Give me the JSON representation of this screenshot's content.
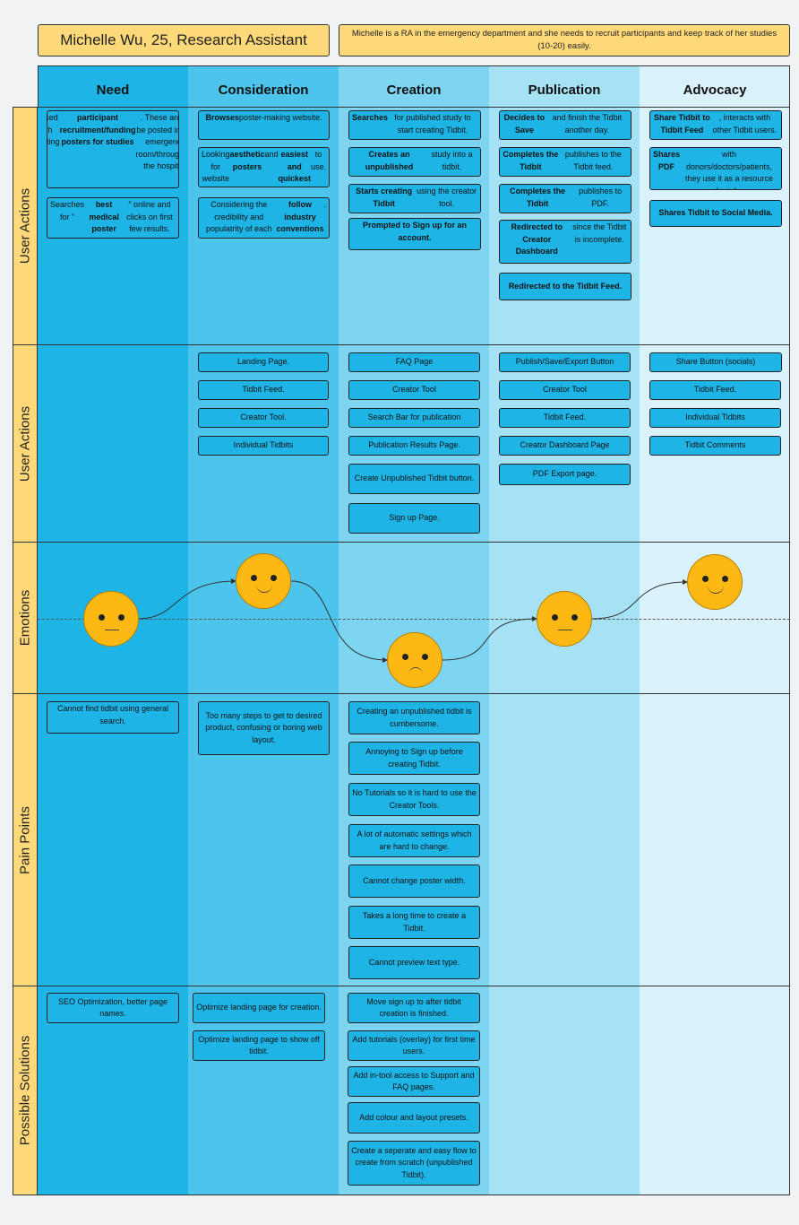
{
  "persona": "Michelle Wu, 25, Research Assistant",
  "goal": "Michelle is a RA in the emergency department and she needs to recruit participants and keep track of her studies (10-20) easily.",
  "columns": [
    "Need",
    "Consideration",
    "Creation",
    "Publication",
    "Advocacy"
  ],
  "rows": [
    "User Actions",
    "User Actions",
    "Emotions",
    "Pain Points",
    "Possible Solutions"
  ],
  "colors": {
    "col1": "#1eb4e6",
    "col2": "#4dc4ec",
    "col3": "#7dd5f1",
    "col4": "#a5e2f5",
    "col5": "#d9f2fb",
    "card": "#1eb4e6",
    "label": "#fdd97a",
    "face": "#fdb813"
  },
  "user_actions": {
    "need": [
      {
        "html": "Tasked with creating <b>participant recruitment/funding posters for studies</b>. These are to be posted in the emergency room/throughout the hospital."
      },
      {
        "html": "Searches for “<b>best medical poster maker</b>” online and clicks on first few results."
      }
    ],
    "consideration": [
      {
        "html": "<b>Browses</b> poster-making website."
      },
      {
        "html": "Looking for website that has the most <b>aesthetic posters</b> and <b>easiest and quickest</b> to use."
      },
      {
        "html": "Considering the credibility and populatrity of each website to <b>follow industry conventions</b>."
      }
    ],
    "creation": [
      {
        "html": "<b>Searches</b> for published study to start creating Tidbit."
      },
      {
        "html": "<b>Creates an unpublished</b> study into a tidbit."
      },
      {
        "html": "<b>Starts creating Tidbit</b> using the creator tool."
      },
      {
        "html": "<b>Prompted to Sign up for an account.</b>"
      }
    ],
    "publication": [
      {
        "html": "<b>Decides to Save</b> and finish the Tidbit another day."
      },
      {
        "html": "<b>Completes the Tidbit</b> publishes to the Tidbit feed."
      },
      {
        "html": "<b>Completes the Tidbit</b> publishes to PDF."
      },
      {
        "html": "<b>Redirected to Creator Dashboard</b> since the Tidbit is incomplete."
      },
      {
        "html": "<b>Redirected to the Tidbit Feed.</b>"
      }
    ],
    "advocacy": [
      {
        "html": "<b>Share Tidbit to Tidbit Feed</b>, interacts with other Tidbit users."
      },
      {
        "html": "<b>Shares PDF</b> with donors/doctors/patients, they use it as a resource for info."
      },
      {
        "html": "<b>Shares Tidbit to Social Media.</b>"
      }
    ]
  },
  "touchpoints": {
    "consideration": [
      "Landing Page.",
      "Tidbit Feed.",
      "Creator Tool.",
      "Individual Tidbits"
    ],
    "creation": [
      "FAQ Page",
      "Creator Tool",
      "Search Bar for publication",
      "Publication Results Page.",
      "Create Unpublished Tidbit button.",
      "Sign up Page."
    ],
    "publication": [
      "Publish/Save/Export Button",
      "Creator Tool",
      "Tidbit Feed.",
      "Creator Dashboard Page",
      "PDF Export page."
    ],
    "advocacy": [
      "Share Button (socials)",
      "Tidbit Feed.",
      "Individual Tidbits",
      "Tidbit Comments"
    ]
  },
  "emotions": [
    {
      "stage": "Need",
      "mood": "neutral"
    },
    {
      "stage": "Consideration",
      "mood": "happy"
    },
    {
      "stage": "Creation",
      "mood": "sad"
    },
    {
      "stage": "Publication",
      "mood": "neutral"
    },
    {
      "stage": "Advocacy",
      "mood": "happy"
    }
  ],
  "pain_points": {
    "need": [
      "Cannot find tidbit using general search."
    ],
    "consideration": [
      "Too many steps to get to desired product, confusing or boring web layout."
    ],
    "creation": [
      "Creating an unpublished tidbit is cumbersome.",
      "Annoying to Sign up before creating Tidbit.",
      "No Tutorials so it is hard to use the Creator Tools.",
      "A lot of automatic settings which are hard to change.",
      "Cannot change poster width.",
      "Takes a long time to create a Tidbit.",
      "Cannot preview text type."
    ]
  },
  "solutions": {
    "need": [
      "SEO Optimization, better page names."
    ],
    "consideration": [
      "Optimize landing page for creation.",
      "Optimize landing page to show off tidbit."
    ],
    "creation": [
      "Move sign up to after tidbit creation is finished.",
      "Add tutorials (overlay) for first time users.",
      "Add in-tool access to Support and FAQ pages.",
      "Add colour and layout presets.",
      "Create a seperate and easy flow to create from scratch (unpublished Tidbit)."
    ]
  }
}
